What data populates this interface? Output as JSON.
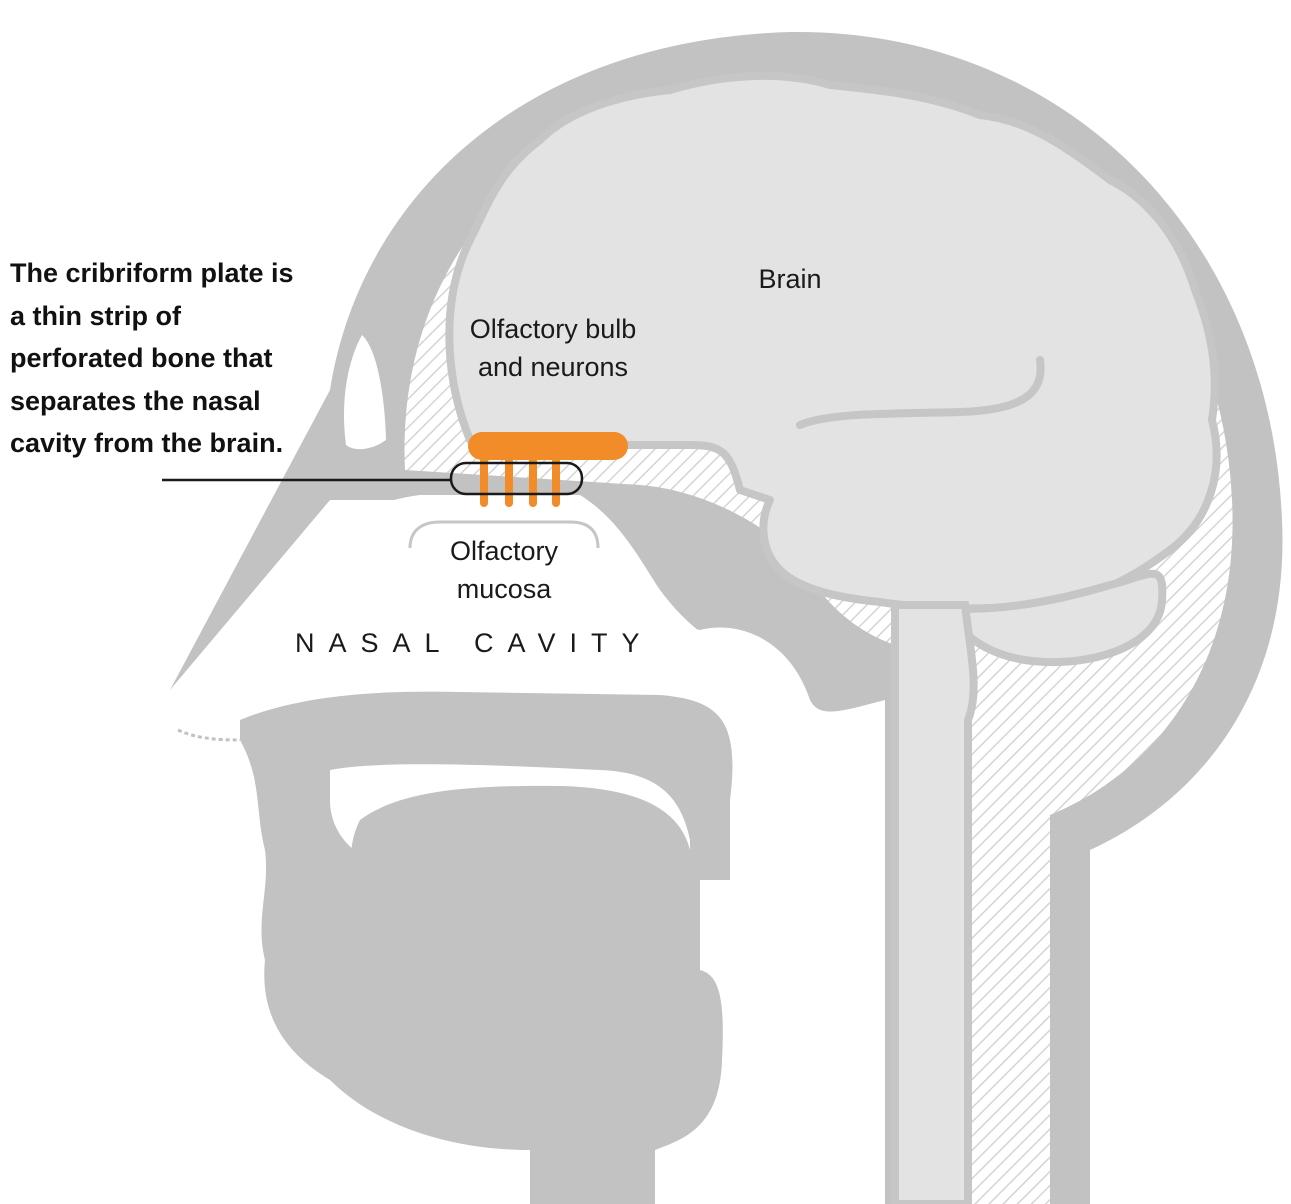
{
  "labels": {
    "callout": "The cribriform plate is a thin strip of perforated bone that separates the nasal cavity from the brain.",
    "brain": "Brain",
    "bulb": "Olfactory bulb and neurons",
    "mucosa": "Olfactory mucosa",
    "cavity": "NASAL CAVITY"
  },
  "colors": {
    "skull": "#c2c2c2",
    "tissue": "#e3e3e3",
    "brain_outline": "#c6c6c6",
    "hatch": "#d4d4d4",
    "olfactory": "#f28c28",
    "leader": "#1a1a1a"
  }
}
